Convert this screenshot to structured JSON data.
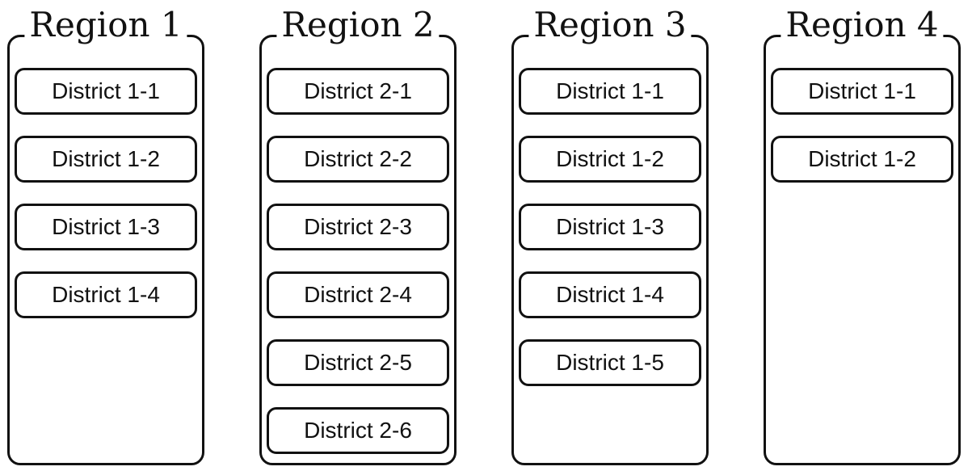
{
  "regions": [
    {
      "title": "Region 1",
      "districts": [
        "District 1-1",
        "District 1-2",
        "District 1-3",
        "District 1-4"
      ]
    },
    {
      "title": "Region 2",
      "districts": [
        "District 2-1",
        "District 2-2",
        "District 2-3",
        "District 2-4",
        "District 2-5",
        "District 2-6"
      ]
    },
    {
      "title": "Region 3",
      "districts": [
        "District 1-1",
        "District 1-2",
        "District 1-3",
        "District 1-4",
        "District 1-5"
      ]
    },
    {
      "title": "Region 4",
      "districts": [
        "District 1-1",
        "District 1-2"
      ]
    }
  ]
}
